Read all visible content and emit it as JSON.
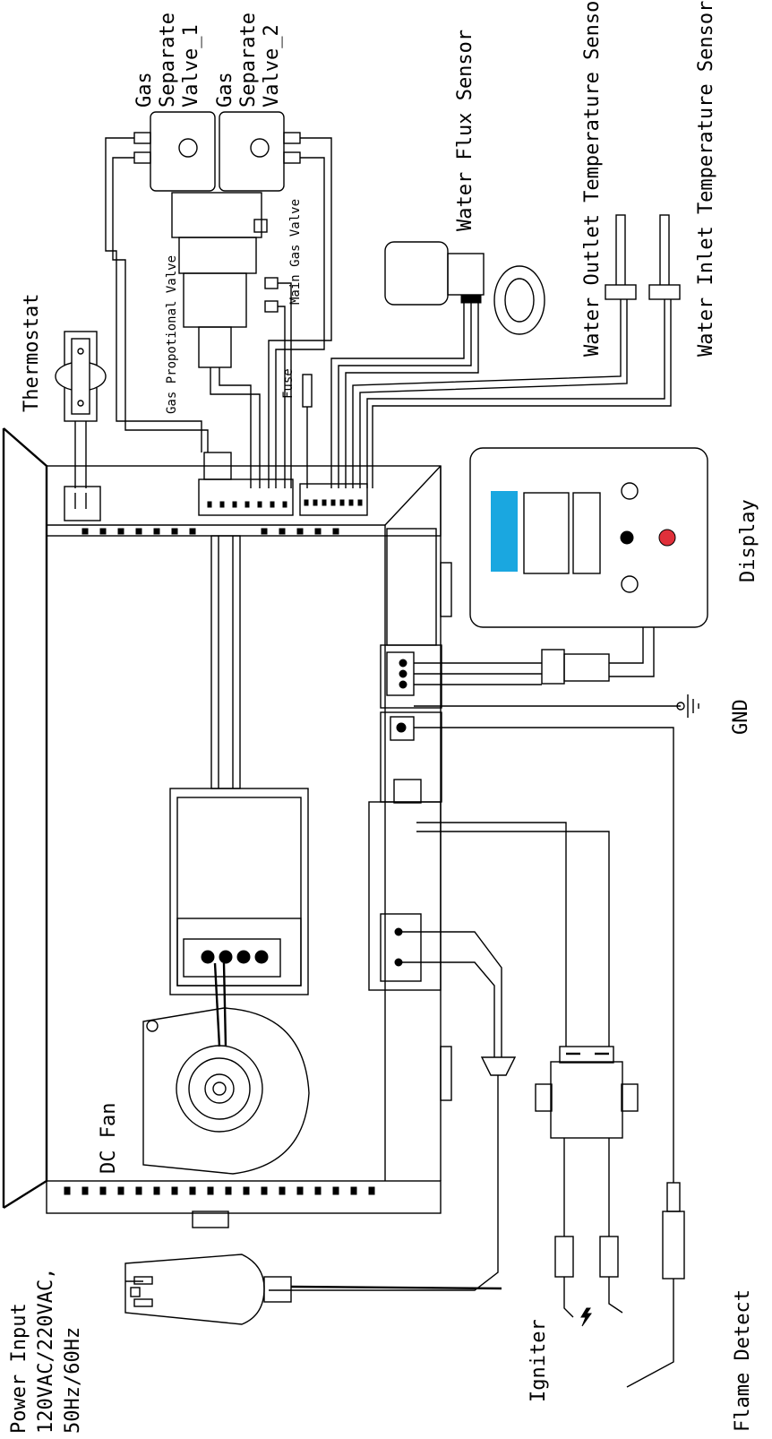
{
  "labels": {
    "gas_valve_1": [
      "Gas",
      "Separate",
      "Valve_1"
    ],
    "gas_valve_2": [
      "Gas",
      "Separate",
      "Valve_2"
    ],
    "water_flux": "Water Flux Sensor",
    "water_outlet": "Water Outlet Temperature Sensor",
    "water_inlet": "Water Inlet Temperature Sensor",
    "thermostat": "Thermostat",
    "gas_proportional": "Gas Propotional Valve",
    "fuse": "Fuse",
    "main_gas": "Main Gas Valve",
    "display": "Display",
    "gnd": "GND",
    "dc_fan": "DC Fan",
    "igniter": "Igniter",
    "flame_detect": "Flame Detect",
    "power_input": [
      "Power Input",
      "120VAC/220VAC,",
      "50Hz/60Hz"
    ]
  },
  "colors": {
    "line": "#000000",
    "display_accent": "#1aa7e0",
    "power_button": "#e0303a"
  }
}
